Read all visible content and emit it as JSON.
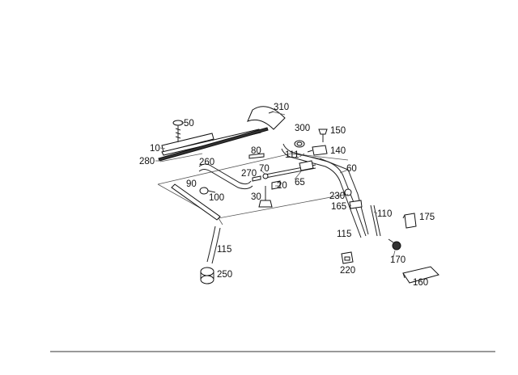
{
  "diagram": {
    "callouts": [
      {
        "id": "310",
        "label": "310"
      },
      {
        "id": "300",
        "label": "300"
      },
      {
        "id": "150",
        "label": "150"
      },
      {
        "id": "140",
        "label": "140"
      },
      {
        "id": "50",
        "label": "50"
      },
      {
        "id": "10",
        "label": "10"
      },
      {
        "id": "80",
        "label": "80"
      },
      {
        "id": "111",
        "label": "111"
      },
      {
        "id": "60",
        "label": "60"
      },
      {
        "id": "280",
        "label": "280"
      },
      {
        "id": "260",
        "label": "260"
      },
      {
        "id": "70",
        "label": "70"
      },
      {
        "id": "270",
        "label": "270"
      },
      {
        "id": "20",
        "label": "20"
      },
      {
        "id": "65",
        "label": "65"
      },
      {
        "id": "90",
        "label": "90"
      },
      {
        "id": "100",
        "label": "100"
      },
      {
        "id": "30",
        "label": "30"
      },
      {
        "id": "230",
        "label": "230"
      },
      {
        "id": "165",
        "label": "165"
      },
      {
        "id": "110",
        "label": "110"
      },
      {
        "id": "175",
        "label": "175"
      },
      {
        "id": "115a",
        "label": "115"
      },
      {
        "id": "115b",
        "label": "115"
      },
      {
        "id": "170",
        "label": "170"
      },
      {
        "id": "220",
        "label": "220"
      },
      {
        "id": "250",
        "label": "250"
      },
      {
        "id": "160",
        "label": "160"
      }
    ]
  }
}
